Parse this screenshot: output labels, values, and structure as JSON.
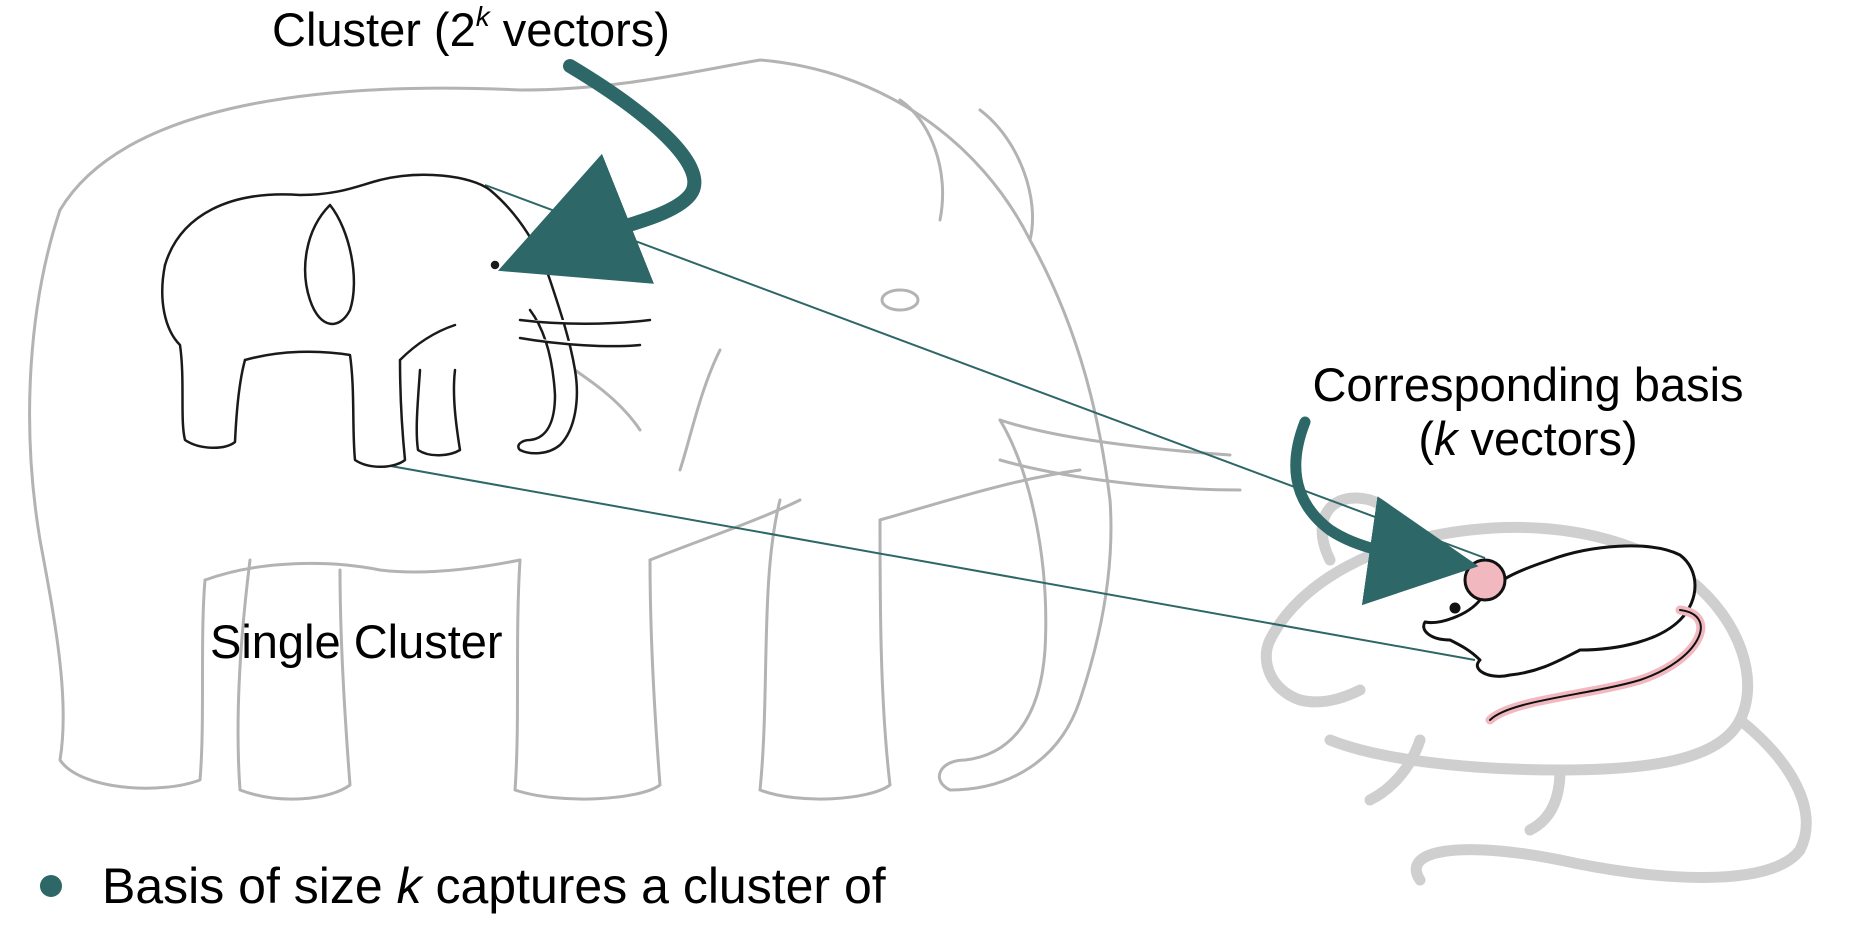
{
  "labels": {
    "cluster_pre": "Cluster (2",
    "cluster_k": "k",
    "cluster_post": " vectors)",
    "basis_line1": "Corresponding basis",
    "basis_open": "(",
    "basis_k": "k",
    "basis_post": " vectors)",
    "single_cluster": "Single Cluster"
  },
  "bullet": {
    "pre": "Basis of size ",
    "k": "k",
    "post": " captures a cluster of"
  },
  "colors": {
    "arrow": "#2e6767",
    "connector": "#2e6767",
    "big_sketch": "#b3b3b3",
    "small_elephant": "#1a1a1a",
    "ghost_mouse": "#cfcfcf",
    "mouse_ear": "#f2b8c0",
    "mouse_tail": "#f2b8c0"
  },
  "icons": [
    "elephant-illustration",
    "mouse-illustration"
  ]
}
